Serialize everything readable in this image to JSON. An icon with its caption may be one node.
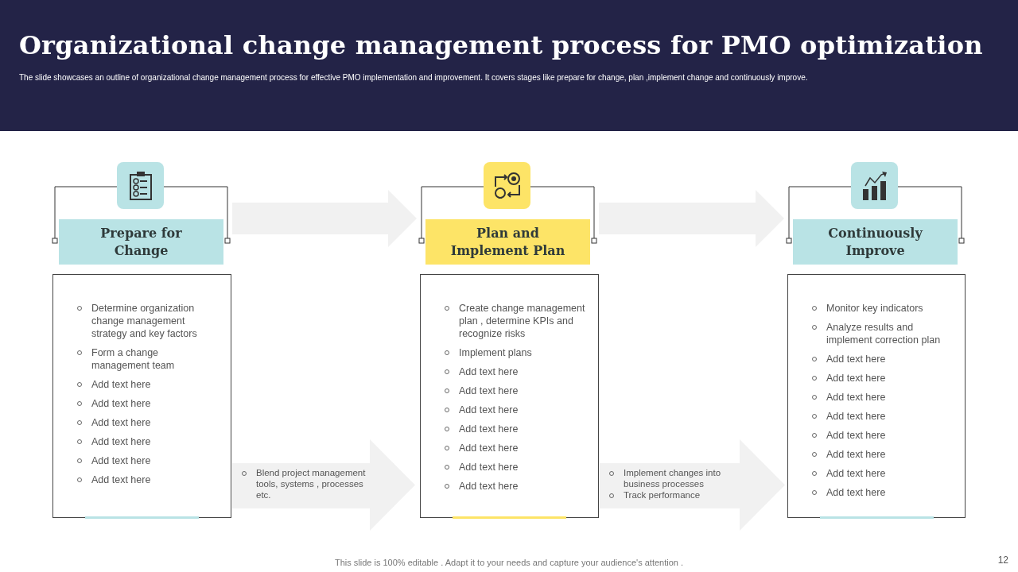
{
  "diagram": {
    "title": "Organizational change management process for PMO optimization",
    "nodes": [
      {
        "text": [
          "Prepare for Change"
        ]
      },
      {
        "text": [
          "Plan and Implement Plan"
        ]
      },
      {
        "text": [
          "Continuously Improve"
        ]
      },
      {
        "text": [
          "Determine organization change management strategy and key factors",
          "Form a change management team",
          "Add text here",
          "Add text here",
          "Add text here",
          "Add text here",
          "Add text here",
          "Add text here"
        ]
      },
      {
        "text": [
          "Create change management plan , determine KPIs and recognize risks",
          "Implement  plans",
          "Add text here",
          "Add text here",
          "Add text here",
          "Add text here",
          "Add text here",
          "Add text here",
          "Add text here"
        ]
      },
      {
        "text": [
          "Monitor key indicators",
          "Analyze results and implement correction plan",
          "Add text here",
          "Add text here",
          "Add text here",
          "Add text here",
          "Add text here",
          "Add text here",
          "Add text here",
          "Add text here"
        ]
      },
      {
        "text": [
          "Blend project management tools, systems , processes etc."
        ]
      },
      {
        "text": [
          "Implement changes into business processes",
          "Track performance"
        ]
      }
    ],
    "edges": [
      {
        "from": 0,
        "to": 1,
        "arrow": "to"
      },
      {
        "from": 1,
        "to": 2,
        "arrow": "to"
      }
    ],
    "labels": [
      "The slide showcases an outline of organizational change management process for effective PMO  implementation and improvement. It covers stages like prepare for change, plan ,implement change and continuously improve.",
      "This slide is 100% editable . Adapt it to your needs and capture your audience's attention .",
      "12"
    ]
  }
}
